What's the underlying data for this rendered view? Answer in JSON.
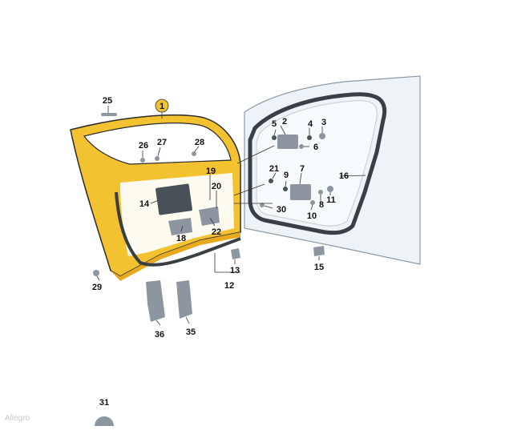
{
  "diagram": {
    "colors": {
      "door_fill": "#f2c230",
      "door_shade": "#e8a91e",
      "door_outline": "#2a2a2a",
      "body_fill": "#eef3f7",
      "body_outline": "#8a9aa6",
      "part_grey": "#8d96a0",
      "part_dark": "#4a5058",
      "seal": "#3a3f45",
      "badge_fill": "#f2c230"
    },
    "parts": [
      {
        "id": "1",
        "label": "1",
        "highlighted": true
      },
      {
        "id": "2",
        "label": "2"
      },
      {
        "id": "3",
        "label": "3"
      },
      {
        "id": "4",
        "label": "4"
      },
      {
        "id": "5",
        "label": "5"
      },
      {
        "id": "6",
        "label": "6"
      },
      {
        "id": "7",
        "label": "7"
      },
      {
        "id": "8",
        "label": "8"
      },
      {
        "id": "9",
        "label": "9"
      },
      {
        "id": "10",
        "label": "10"
      },
      {
        "id": "11",
        "label": "11"
      },
      {
        "id": "12",
        "label": "12"
      },
      {
        "id": "13",
        "label": "13"
      },
      {
        "id": "14",
        "label": "14"
      },
      {
        "id": "15",
        "label": "15"
      },
      {
        "id": "16",
        "label": "16"
      },
      {
        "id": "18",
        "label": "18"
      },
      {
        "id": "19",
        "label": "19"
      },
      {
        "id": "20",
        "label": "20"
      },
      {
        "id": "21",
        "label": "21"
      },
      {
        "id": "22",
        "label": "22"
      },
      {
        "id": "25",
        "label": "25"
      },
      {
        "id": "26",
        "label": "26"
      },
      {
        "id": "27",
        "label": "27"
      },
      {
        "id": "28",
        "label": "28"
      },
      {
        "id": "29",
        "label": "29"
      },
      {
        "id": "30",
        "label": "30"
      },
      {
        "id": "31",
        "label": "31"
      },
      {
        "id": "35",
        "label": "35"
      },
      {
        "id": "36",
        "label": "36"
      }
    ]
  },
  "watermark": "Allegro"
}
